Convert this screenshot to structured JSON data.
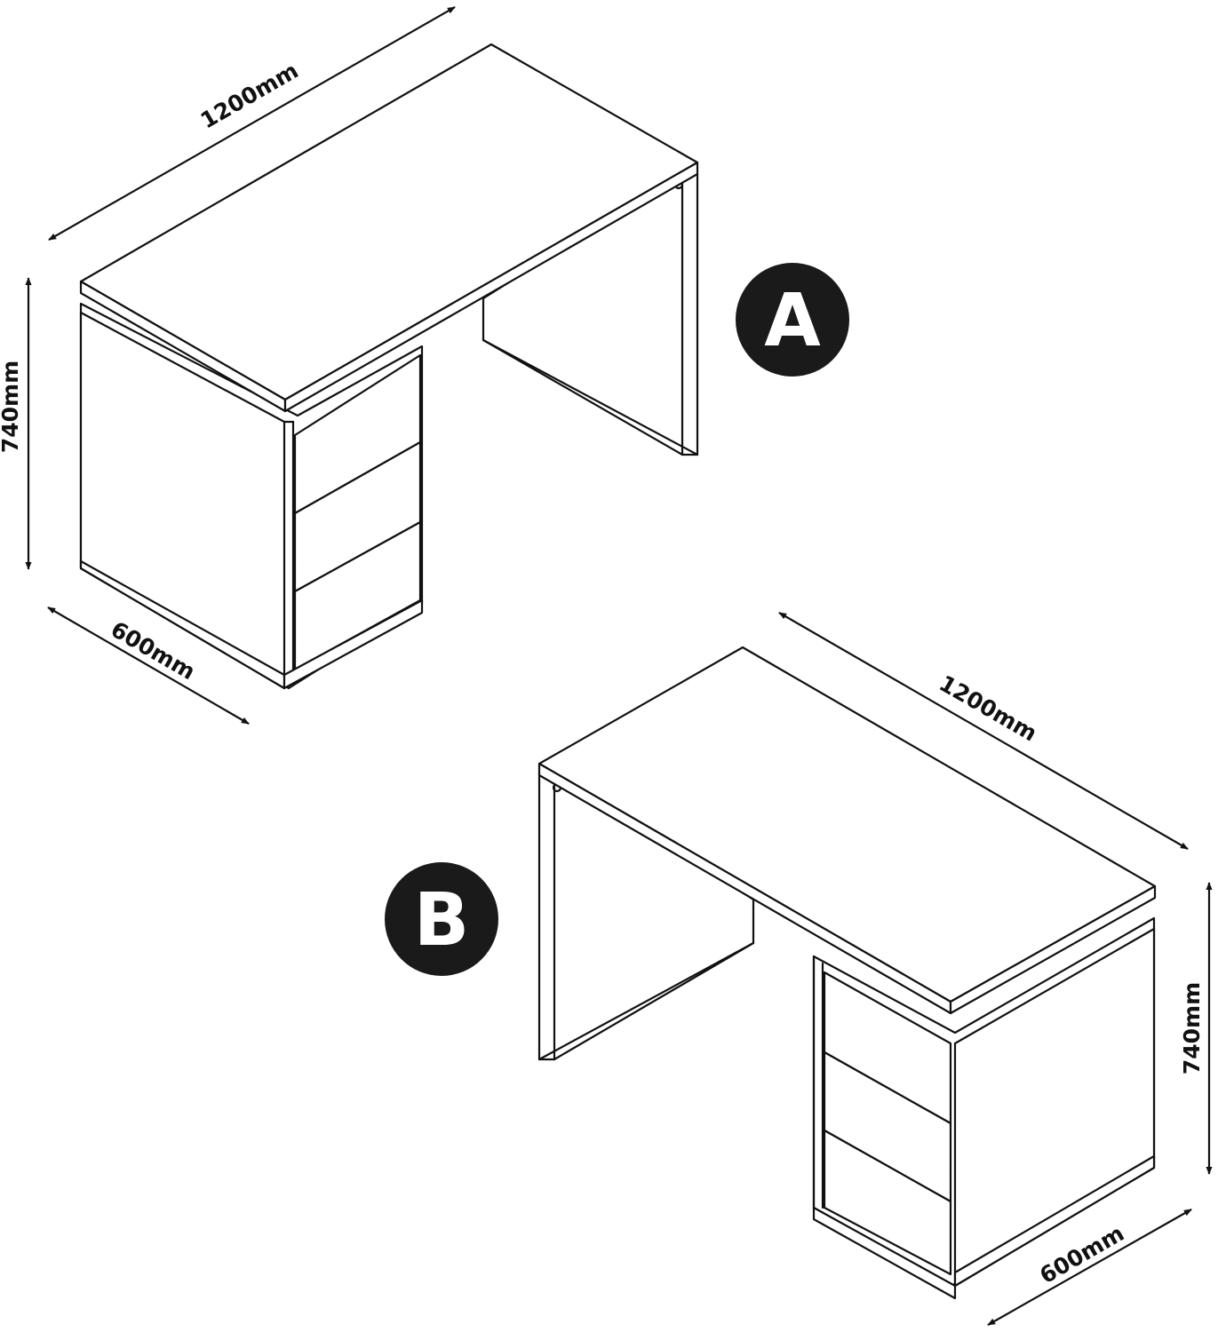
{
  "colors": {
    "line": "#111111",
    "badge": "#1a1a1a",
    "badge_text": "#ffffff",
    "background": "#ffffff"
  },
  "variants": [
    {
      "label": "A",
      "dimensions": {
        "length": "1200mm",
        "height": "740mm",
        "depth": "600mm"
      }
    },
    {
      "label": "B",
      "dimensions": {
        "length": "1200mm",
        "height": "740mm",
        "depth": "600mm"
      }
    }
  ]
}
